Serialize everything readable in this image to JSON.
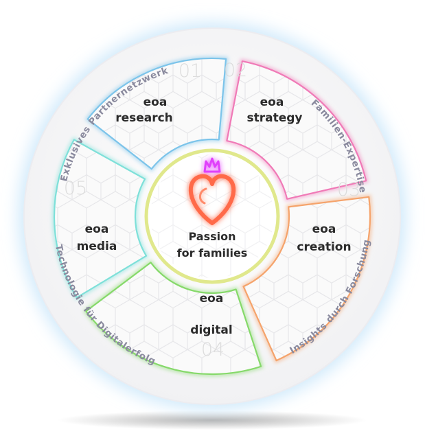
{
  "center": {
    "line1": "Passion",
    "line2": "for families",
    "icon": "neon-heart-crown-icon",
    "colors": {
      "heart": "#ff6a4a",
      "crown": "#e040fb",
      "ring": "#e0e88c"
    }
  },
  "segments": [
    {
      "number": "01",
      "line1": "eoa",
      "line2": "research",
      "color": "#7cc4ea"
    },
    {
      "number": "02",
      "line1": "eoa",
      "line2": "strategy",
      "color": "#f07ab7"
    },
    {
      "number": "03",
      "line1": "eoa",
      "line2": "creation",
      "color": "#f5a36b"
    },
    {
      "number": "04",
      "line1": "eoa",
      "line2": "digital",
      "color": "#86d96a"
    },
    {
      "number": "05",
      "line1": "eoa",
      "line2": "media",
      "color": "#7ee0d9"
    }
  ],
  "ring_labels": [
    "Exklusives Partnernetzwerk",
    "Familien-Expertise",
    "Insights durch Forschung",
    "Technologie für Digitalerfolg"
  ],
  "colors": {
    "outer_glow": "#cfe9fb",
    "ring_text": "#8a8a9e"
  }
}
